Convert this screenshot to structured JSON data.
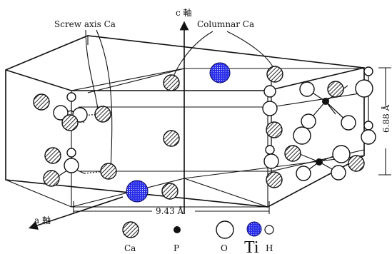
{
  "labels": {
    "screw_axis": "Screw axis Ca",
    "c_axis": "c 軸",
    "columnar": "Columnar Ca",
    "a_axis": "a 軸",
    "dim_a": "9.43 Å",
    "dim_c": "6.88 Å"
  },
  "legend": [
    {
      "symbol": "Ca",
      "label": "Ca"
    },
    {
      "symbol": "P",
      "label": "P"
    },
    {
      "symbol": "O",
      "label": "O"
    },
    {
      "symbol": "Ti",
      "label": "Ti"
    },
    {
      "symbol": "H",
      "label": "H"
    }
  ],
  "colors": {
    "ti": "#2a2ee8",
    "line": "#111111"
  }
}
